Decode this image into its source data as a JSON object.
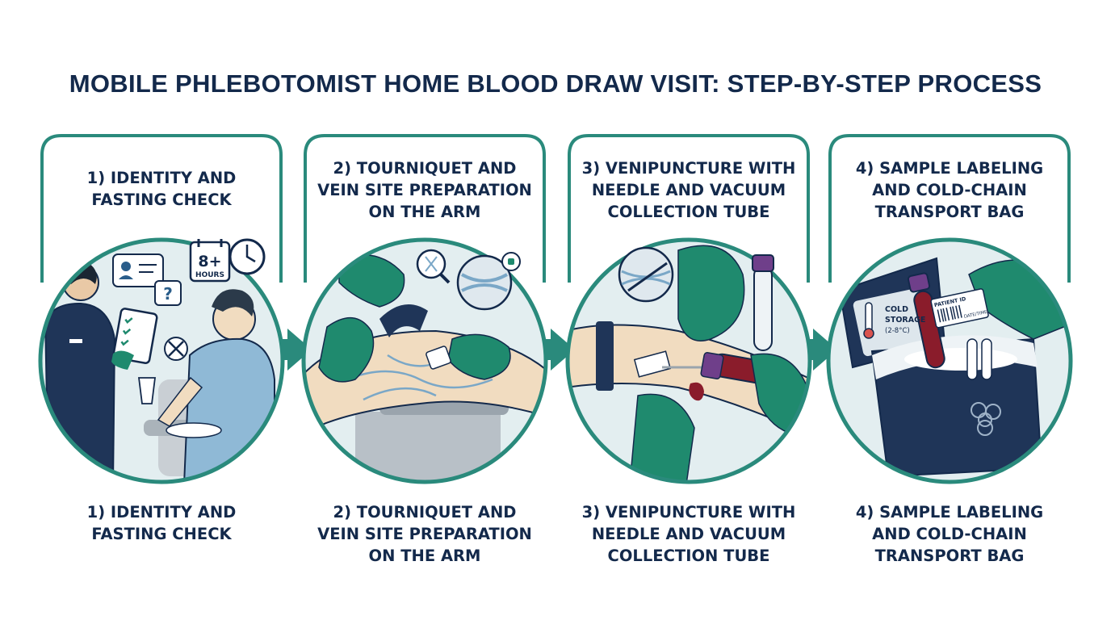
{
  "title": "MOBILE PHLEBOTOMIST HOME BLOOD DRAW VISIT: STEP-BY-STEP PROCESS",
  "colors": {
    "teal": "#2a8a7c",
    "navy": "#13294b",
    "glove": "#1f8a6e",
    "blood": "#8a1c2b",
    "skin": "#f1dcc0",
    "bg_panel": "#e3eef0"
  },
  "steps": [
    {
      "top_lines": [
        "1) IDENTITY AND",
        "FASTING CHECK"
      ],
      "bottom_lines": [
        "1) IDENTITY AND",
        "FASTING CHECK"
      ],
      "illustration": "identity-fasting-check",
      "badge_value": "8+",
      "badge_unit": "HOURS"
    },
    {
      "top_lines": [
        "2) TOURNIQUET AND",
        "VEIN SITE PREPARATION",
        "ON THE ARM"
      ],
      "bottom_lines": [
        "2) TOURNIQUET AND",
        "VEIN SITE PREPARATION",
        "ON THE ARM"
      ],
      "illustration": "tourniquet-vein-prep"
    },
    {
      "top_lines": [
        "3) VENIPUNCTURE WITH",
        "NEEDLE AND VACUUM",
        "COLLECTION TUBE"
      ],
      "bottom_lines": [
        "3) VENIPUNCTURE WITH",
        "NEEDLE AND VACUUM",
        "COLLECTION TUBE"
      ],
      "illustration": "venipuncture-tube"
    },
    {
      "top_lines": [
        "4) SAMPLE LABELING",
        "AND COLD-CHAIN",
        "TRANSPORT BAG"
      ],
      "bottom_lines": [
        "4) SAMPLE LABELING",
        "AND COLD-CHAIN",
        "TRANSPORT BAG"
      ],
      "illustration": "labeling-cold-chain",
      "cold_label": [
        "COLD",
        "STORAGE",
        "(2-8°C)"
      ],
      "tube_label": [
        "PATIENT ID",
        "DATE/TIME"
      ]
    }
  ]
}
